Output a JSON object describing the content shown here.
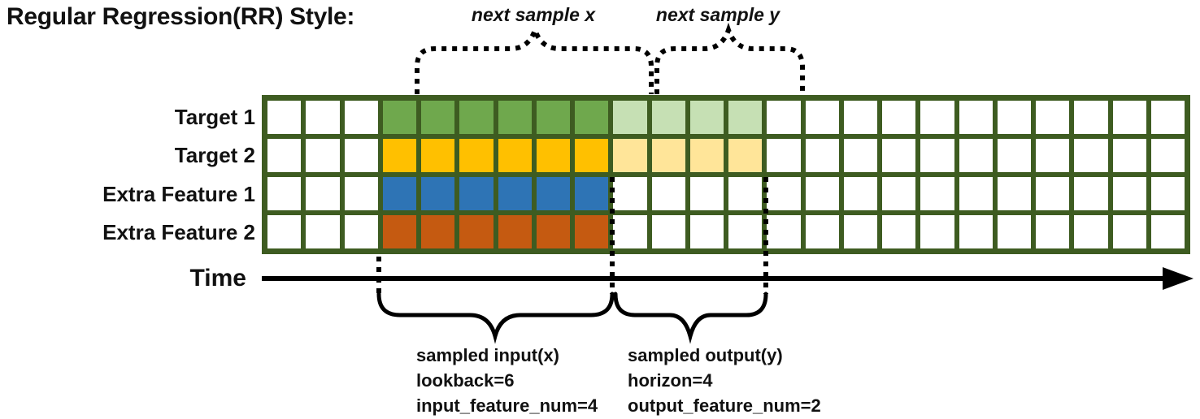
{
  "page": {
    "title": "Regular Regression(RR) Style:"
  },
  "annotations": {
    "next_sample_x": "next sample x",
    "next_sample_y": "next sample y"
  },
  "grid": {
    "num_columns": 24,
    "border_color": "#3e5c21",
    "empty_cell_color": "#ffffff",
    "input_col_start": 4,
    "input_col_end": 9,
    "output_col_start": 10,
    "output_col_end": 13,
    "rows": [
      {
        "label": "Target 1",
        "input_color": "#6fa84d",
        "output_color": "#c6e0b4"
      },
      {
        "label": "Target 2",
        "input_color": "#ffc000",
        "output_color": "#ffe599"
      },
      {
        "label": "Extra Feature 1",
        "input_color": "#2e74b5",
        "output_color": null
      },
      {
        "label": "Extra Feature 2",
        "input_color": "#c55a11",
        "output_color": null
      }
    ]
  },
  "axis": {
    "time_label": "Time"
  },
  "sample_info": {
    "input": {
      "lines": [
        "sampled input(x)",
        "lookback=6",
        "input_feature_num=4"
      ]
    },
    "output": {
      "lines": [
        "sampled output(y)",
        "horizon=4",
        "output_feature_num=2"
      ]
    }
  },
  "colors": {
    "annotation_black": "#000000",
    "background": "#ffffff"
  }
}
